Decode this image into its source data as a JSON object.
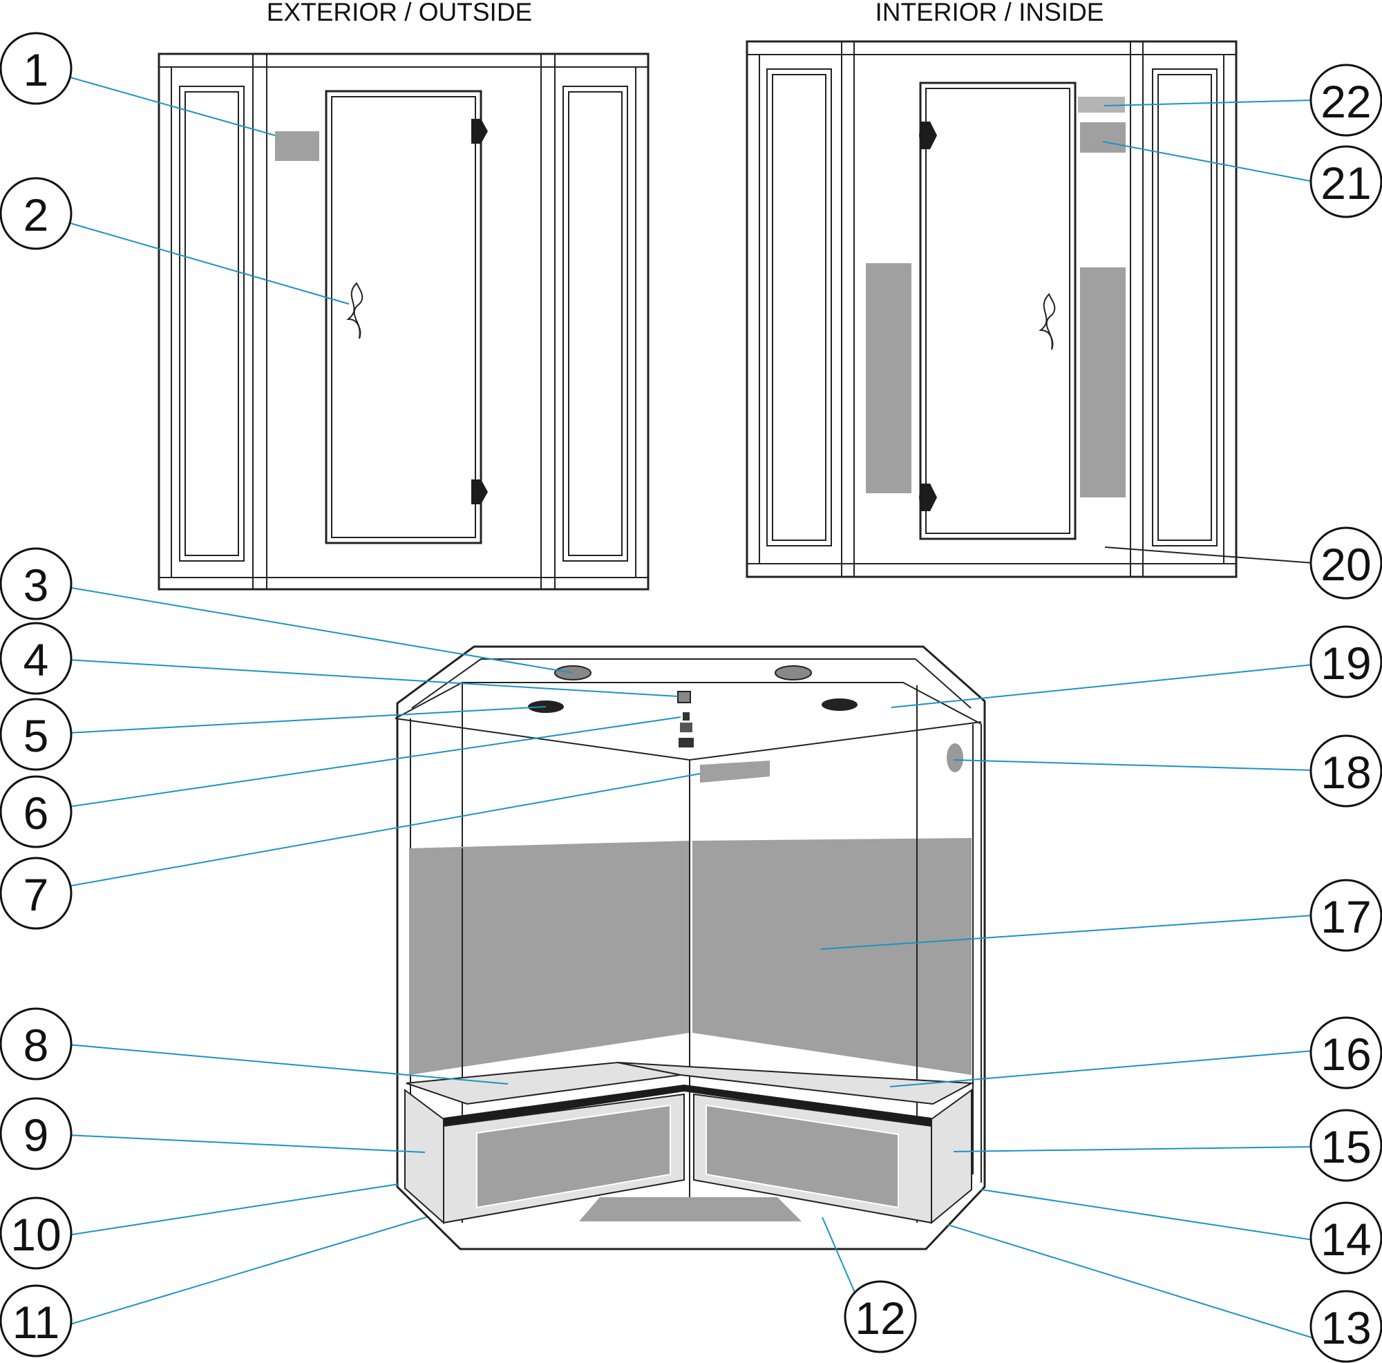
{
  "headings": {
    "exterior": "EXTERIOR / OUTSIDE",
    "interior": "INTERIOR / INSIDE"
  },
  "callouts": [
    "1",
    "2",
    "3",
    "4",
    "5",
    "6",
    "7",
    "8",
    "9",
    "10",
    "11",
    "12",
    "13",
    "14",
    "15",
    "16",
    "17",
    "18",
    "19",
    "20",
    "21",
    "22"
  ],
  "colors": {
    "leader": "#1a93c4",
    "panel": "#a0a0a0"
  }
}
